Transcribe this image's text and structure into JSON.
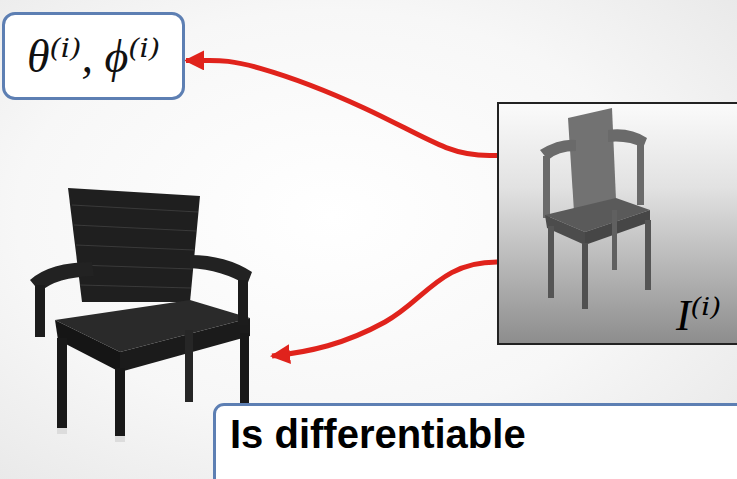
{
  "diagram": {
    "nodes": [
      {
        "text": [
          "θ⁽ⁱ⁾, ϕ⁽ⁱ⁾"
        ]
      },
      {
        "text": [
          "I⁽ⁱ⁾"
        ]
      },
      {
        "text": [
          "Is differentiable"
        ]
      }
    ],
    "edges": [
      {
        "from": 1,
        "to": 0,
        "arrow": "to"
      }
    ]
  }
}
